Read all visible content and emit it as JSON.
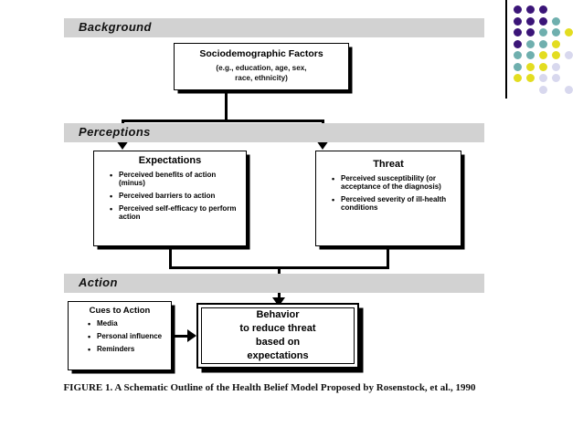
{
  "slide": {
    "background_color": "#ffffff",
    "decoration": {
      "name": "dot-grid",
      "rule_color": "#000000",
      "palette": {
        "purple": "#3B1578",
        "teal": "#6FAFAE",
        "yellow": "#E3DD20",
        "lavender": "#D8D8EE"
      },
      "rows": [
        [
          "purple",
          "purple",
          "purple",
          null,
          null
        ],
        [
          "purple",
          "purple",
          "purple",
          "teal",
          null
        ],
        [
          "purple",
          "purple",
          "teal",
          "teal",
          "yellow"
        ],
        [
          "purple",
          "teal",
          "teal",
          "yellow",
          null
        ],
        [
          "teal",
          "teal",
          "yellow",
          "yellow",
          "lavender"
        ],
        [
          "teal",
          "yellow",
          "yellow",
          "lavender",
          null
        ],
        [
          "yellow",
          "yellow",
          "lavender",
          "lavender",
          null
        ],
        [
          null,
          null,
          "lavender",
          null,
          "lavender"
        ]
      ]
    }
  },
  "figure": {
    "bands": {
      "background": "Background",
      "perceptions": "Perceptions",
      "action": "Action"
    },
    "band_color": "#d2d2d2",
    "sociodemographic": {
      "title": "Sociodemographic Factors",
      "subtitle_line1": "(e.g., education, age, sex,",
      "subtitle_line2": "race, ethnicity)"
    },
    "expectations": {
      "title": "Expectations",
      "bullets": [
        "Perceived benefits of action (minus)",
        "Perceived barriers to action",
        "Perceived self-efficacy to perform action"
      ]
    },
    "threat": {
      "title": "Threat",
      "bullets": [
        "Perceived susceptibility (or acceptance of the diagnosis)",
        "Perceived severity of ill-health conditions"
      ]
    },
    "cues": {
      "title": "Cues to Action",
      "bullets": [
        "Media",
        "Personal influence",
        "Reminders"
      ]
    },
    "behavior": {
      "line1": "Behavior",
      "line2": "to reduce threat",
      "line3": "based on",
      "line4": "expectations"
    },
    "caption": "FIGURE 1.  A Schematic Outline of the Health Belief Model Proposed by Rosenstock, et al., 1990"
  }
}
